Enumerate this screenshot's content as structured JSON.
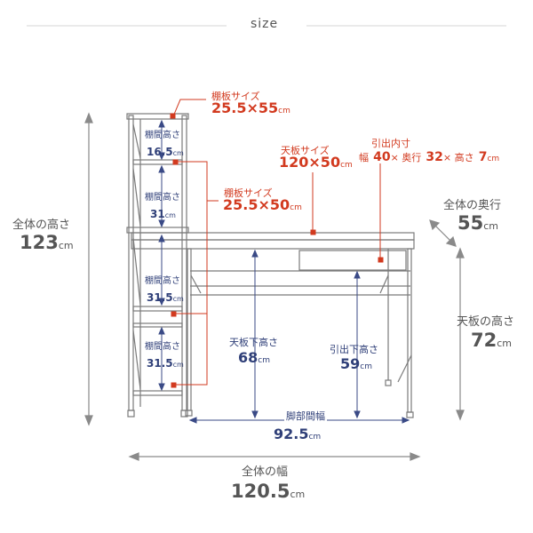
{
  "header": {
    "title": "size"
  },
  "shelf_board": {
    "label": "棚板サイズ",
    "value": "25.5×55",
    "unit": "cm"
  },
  "shelf_board_2": {
    "label": "棚板サイズ",
    "value": "25.5×50",
    "unit": "cm"
  },
  "desktop_board": {
    "label": "天板サイズ",
    "value": "120×50",
    "unit": "cm"
  },
  "drawer_inner": {
    "label": "引出内寸",
    "width_label": "幅",
    "width_value": "40",
    "depth_label": "× 奥行",
    "depth_value": "32",
    "height_label": "× 高さ",
    "height_value": "7",
    "unit": "cm"
  },
  "shelf_gaps": [
    {
      "label": "棚間高さ",
      "value": "16.5",
      "unit": "cm"
    },
    {
      "label": "棚間高さ",
      "value": "31",
      "unit": "cm"
    },
    {
      "label": "棚間高さ",
      "value": "31.5",
      "unit": "cm"
    },
    {
      "label": "棚間高さ",
      "value": "31.5",
      "unit": "cm"
    }
  ],
  "under_desk": {
    "label": "天板下高さ",
    "value": "68",
    "unit": "cm"
  },
  "under_drawer": {
    "label": "引出下高さ",
    "value": "59",
    "unit": "cm"
  },
  "leg_span": {
    "label": "脚部間幅",
    "value": "92.5",
    "unit": "cm"
  },
  "total_height": {
    "label": "全体の高さ",
    "value": "123",
    "unit": "cm"
  },
  "total_depth": {
    "label": "全体の奥行",
    "value": "55",
    "unit": "cm"
  },
  "desktop_height": {
    "label": "天板の高さ",
    "value": "72",
    "unit": "cm"
  },
  "total_width": {
    "label": "全体の幅",
    "value": "120.5",
    "unit": "cm"
  },
  "colors": {
    "red": "#d23a1f",
    "navy": "#2f3f78",
    "gray": "#5e5e5e",
    "line": "#7a7a7a"
  }
}
